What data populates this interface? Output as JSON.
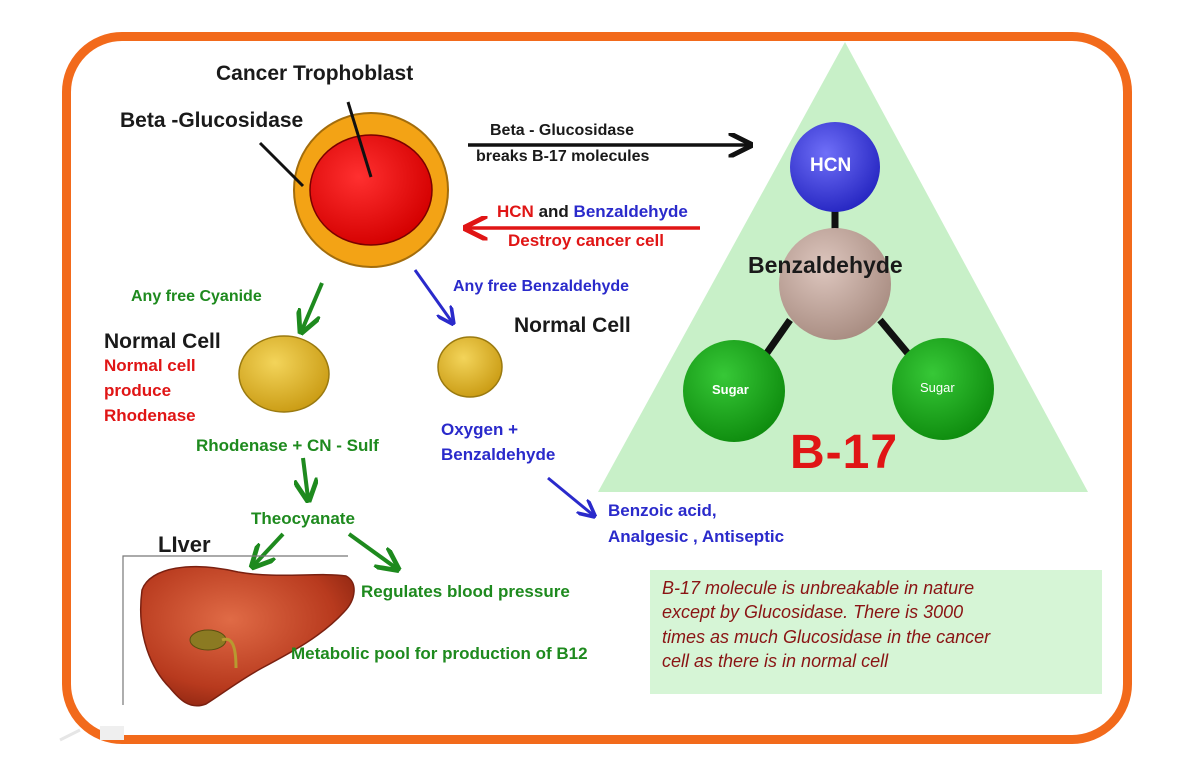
{
  "colors": {
    "frame": "#f26a1b",
    "triangle": "#c8f0c8",
    "green_text": "#1e8a1e",
    "blue_text": "#2a2acb",
    "red_text": "#e01515",
    "note_background": "#d6f5d6",
    "note_text": "#8a1414"
  },
  "cancer_cell": {
    "title": "Cancer Trophoblast",
    "enzyme_label": "Beta -Glucosidase"
  },
  "arrows": {
    "to_b17_line1": "Beta - Glucosidase",
    "to_b17_line2": "breaks B-17 molecules",
    "hcn_word": "HCN",
    "and_word": "and",
    "benzaldehyde_word": "Benzaldehyde",
    "destroy": "Destroy cancer cell"
  },
  "left_path": {
    "free_cyanide": "Any free Cyanide",
    "normal_cell": "Normal Cell",
    "produce_line1": "Normal cell",
    "produce_line2": "produce",
    "produce_line3": "Rhodenase",
    "rhodenase": "Rhodenase + CN - Sulf",
    "theocyanate": "Theocyanate",
    "liver": "LIver",
    "blood_pressure": "Regulates blood pressure",
    "b12": "Metabolic pool for production of B12"
  },
  "right_path": {
    "free_benzaldehyde": "Any free Benzaldehyde",
    "normal_cell": "Normal Cell",
    "oxygen_line1": "Oxygen +",
    "oxygen_line2": "Benzaldehyde",
    "benzoic_line1": "Benzoic acid,",
    "benzoic_line2": "Analgesic , Antiseptic"
  },
  "molecule": {
    "hcn": "HCN",
    "benzaldehyde": "Benzaldehyde",
    "sugar_left": "Sugar",
    "sugar_right": "Sugar",
    "name": "B-17"
  },
  "note": {
    "lines": [
      "B-17 molecule is unbreakable in nature",
      "except by Glucosidase. There is 3000",
      "times as   much Glucosidase in the cancer",
      "cell as there is in normal cell"
    ]
  }
}
